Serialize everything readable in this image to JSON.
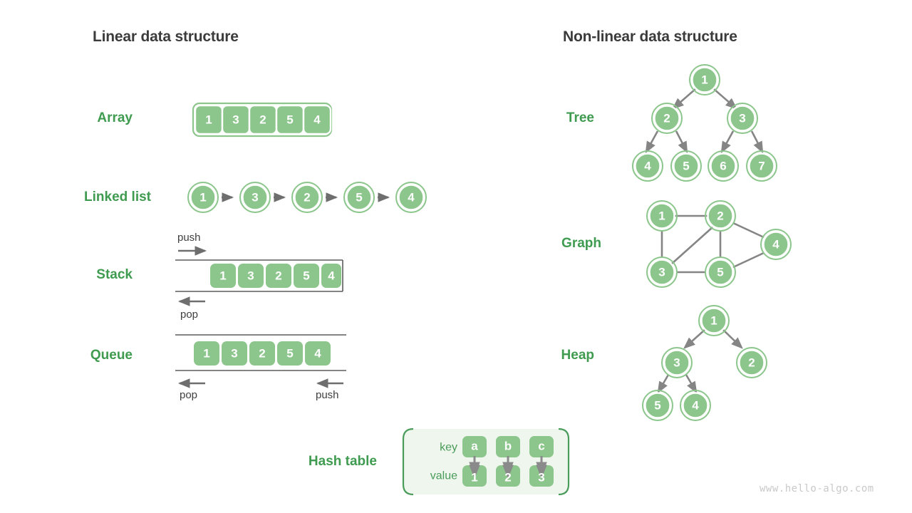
{
  "headings": {
    "left": "Linear data structure",
    "right": "Non-linear data structure"
  },
  "labels": {
    "array": "Array",
    "linked_list": "Linked list",
    "stack": "Stack",
    "queue": "Queue",
    "hash_table": "Hash table",
    "tree": "Tree",
    "graph": "Graph",
    "heap": "Heap"
  },
  "annotations": {
    "stack_push": "push",
    "stack_pop": "pop",
    "queue_pop": "pop",
    "queue_push": "push"
  },
  "array": {
    "values": [
      "1",
      "3",
      "2",
      "5",
      "4"
    ]
  },
  "linked_list": {
    "values": [
      "1",
      "3",
      "2",
      "5",
      "4"
    ]
  },
  "stack": {
    "values": [
      "1",
      "3",
      "2",
      "5",
      "4"
    ]
  },
  "queue": {
    "values": [
      "1",
      "3",
      "2",
      "5",
      "4"
    ]
  },
  "hash_table": {
    "key_label": "key",
    "value_label": "value",
    "keys": [
      "a",
      "b",
      "c"
    ],
    "values": [
      "1",
      "2",
      "3"
    ]
  },
  "tree": {
    "nodes": [
      "1",
      "2",
      "3",
      "4",
      "5",
      "6",
      "7"
    ],
    "edges": [
      [
        0,
        1
      ],
      [
        0,
        2
      ],
      [
        1,
        3
      ],
      [
        1,
        4
      ],
      [
        2,
        5
      ],
      [
        2,
        6
      ]
    ]
  },
  "graph": {
    "nodes": [
      "1",
      "2",
      "3",
      "4",
      "5"
    ],
    "edges": [
      [
        0,
        1
      ],
      [
        0,
        2
      ],
      [
        1,
        2
      ],
      [
        1,
        4
      ],
      [
        1,
        3
      ],
      [
        2,
        4
      ],
      [
        4,
        3
      ]
    ]
  },
  "heap": {
    "nodes": [
      "1",
      "3",
      "2",
      "5",
      "4"
    ],
    "edges": [
      [
        0,
        1
      ],
      [
        0,
        2
      ],
      [
        1,
        3
      ],
      [
        1,
        4
      ]
    ]
  },
  "footer": {
    "watermark": "www.hello-algo.com"
  },
  "colors": {
    "node_green": "#8cc68c",
    "label_green": "#3f9b4f",
    "hash_panel": "#eef6ee",
    "hash_border": "#4a9c5a",
    "arrow_gray": "#6e6e6e",
    "heading_gray": "#3b3b3b",
    "watermark_gray": "#c9c9c9"
  }
}
